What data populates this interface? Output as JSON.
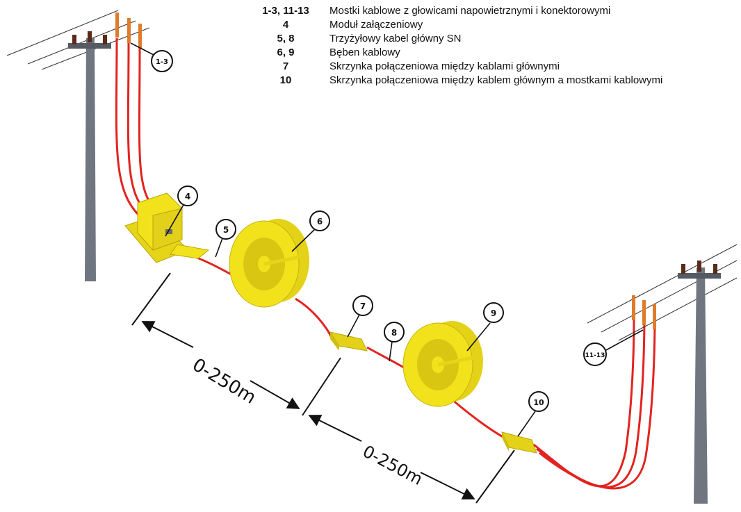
{
  "legend": [
    {
      "code": "1-3, 11-13",
      "desc": "Mostki kablowe z głowicami napowietrznymi i konektorowymi"
    },
    {
      "code": "4",
      "desc": "Moduł załączeniowy"
    },
    {
      "code": "5, 8",
      "desc": "Trzyżyłowy kabel główny SN"
    },
    {
      "code": "6, 9",
      "desc": "Bęben kablowy"
    },
    {
      "code": "7",
      "desc": "Skrzynka połączeniowa między kablami głównymi"
    },
    {
      "code": "10",
      "desc": "Skrzynka połączeniowa między kablem głównym a mostkami kablowymi"
    }
  ],
  "callouts": {
    "c1": "1-3",
    "c4": "4",
    "c5": "5",
    "c6": "6",
    "c7": "7",
    "c8": "8",
    "c9": "9",
    "c10": "10",
    "c11": "11-13"
  },
  "dimensions": {
    "first": "0-250m",
    "second": "0-250m"
  },
  "colors": {
    "cable": "#e3231f",
    "equipment": "#f2e21c",
    "pole": "#6f7680",
    "insulator": "#e07b2a"
  }
}
